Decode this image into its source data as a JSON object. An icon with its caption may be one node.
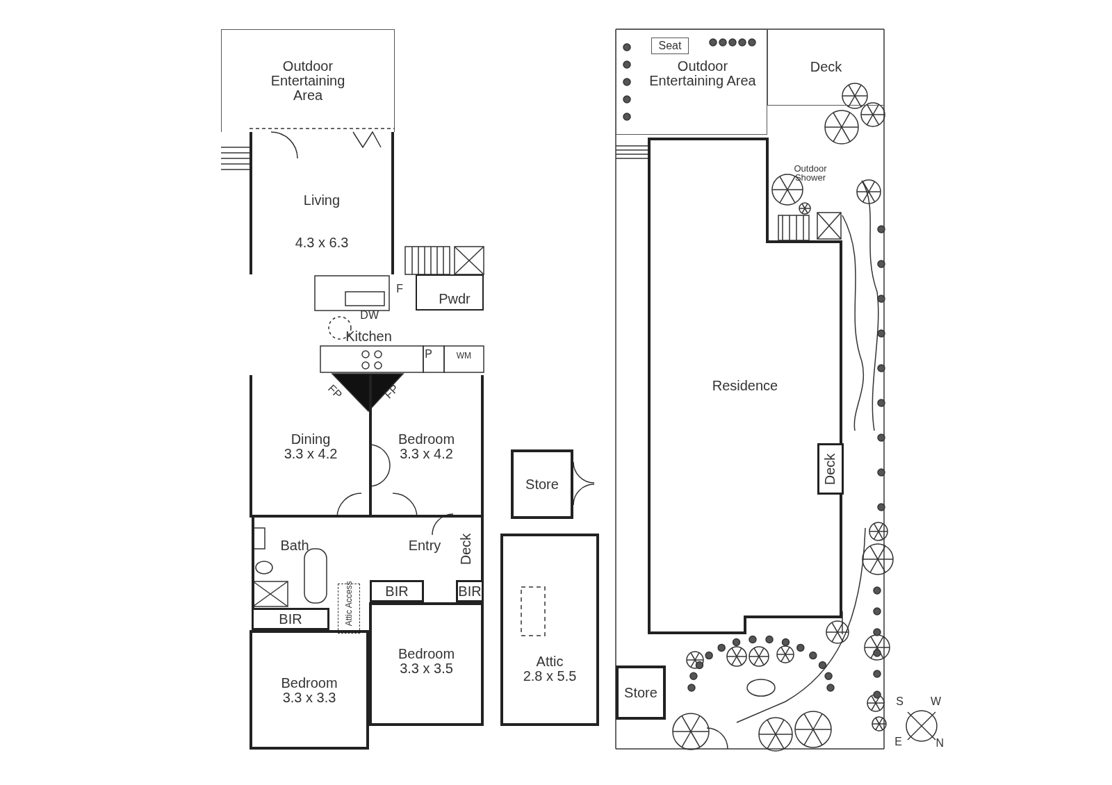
{
  "diagram": {
    "nodes": [
      {
        "text": [
          "Outdoor Entertaining Area"
        ]
      },
      {
        "text": [
          "Living",
          "4.3 x 6.3"
        ]
      },
      {
        "text": [
          "Pwdr"
        ]
      },
      {
        "text": [
          "Kitchen"
        ]
      },
      {
        "text": [
          "Dining",
          "3.3 x 4.2"
        ]
      },
      {
        "text": [
          "Bedroom",
          "3.3 x 4.2"
        ]
      },
      {
        "text": [
          "Store"
        ]
      },
      {
        "text": [
          "Bath"
        ]
      },
      {
        "text": [
          "Entry"
        ]
      },
      {
        "text": [
          "Deck"
        ]
      },
      {
        "text": [
          "BIR"
        ]
      },
      {
        "text": [
          "BIR"
        ]
      },
      {
        "text": [
          "BIR"
        ]
      },
      {
        "text": [
          "Attic Access"
        ]
      },
      {
        "text": [
          "Bedroom",
          "3.3 x 3.5"
        ]
      },
      {
        "text": [
          "Attic",
          "2.8 x 5.5"
        ]
      },
      {
        "text": [
          "Bedroom",
          "3.3 x 3.3"
        ]
      },
      {
        "text": [
          "Outdoor Entertaining Area"
        ]
      },
      {
        "text": [
          "Seat"
        ],
        "in": 17
      },
      {
        "text": [
          "Deck"
        ]
      },
      {
        "text": [
          "Residence"
        ]
      },
      {
        "text": [
          "Deck"
        ],
        "in": 20
      },
      {
        "text": [
          "Store"
        ]
      }
    ],
    "edges": [],
    "labels": [
      "F",
      "DW",
      "P",
      "WM",
      "FP",
      "FP",
      "Outdoor Shower",
      "S",
      "W",
      "E",
      "N"
    ]
  }
}
